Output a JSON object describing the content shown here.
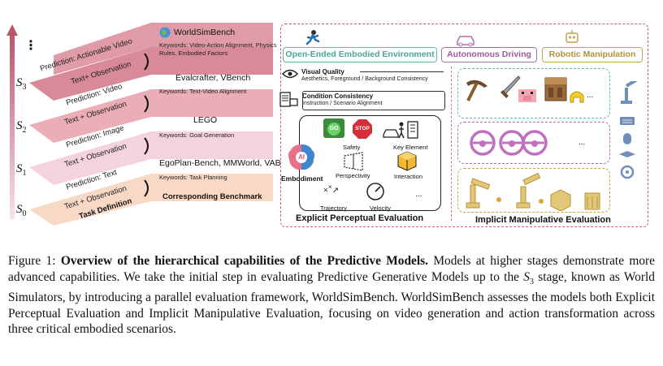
{
  "figure": {
    "stages": [
      {
        "id": "S0",
        "letter": "S",
        "sub": "0"
      },
      {
        "id": "S1",
        "letter": "S",
        "sub": "1"
      },
      {
        "id": "S2",
        "letter": "S",
        "sub": "2"
      },
      {
        "id": "S3",
        "letter": "S",
        "sub": "3"
      }
    ],
    "dots": "⋮",
    "strips": [
      {
        "input": "Text + Observation",
        "prediction": "Prediction: Text",
        "bench_title": "EgoPlan-Bench, MMWorld, VAB",
        "bench_kw": "Keywords: Task Planning",
        "color": "#f8d9c6"
      },
      {
        "input": "Text + Observation",
        "prediction": "Prediction: Image",
        "bench_title": "LEGO",
        "bench_kw": "Keywords: Goal Generation",
        "color": "#f4d3dd"
      },
      {
        "input": "Text + Observation",
        "prediction": "Prediction: Video",
        "bench_title": "Evalcrafter, VBench",
        "bench_kw": "Keywords: Text-Video Alignment",
        "color": "#ecaeb6"
      },
      {
        "input": "Text+ Observation",
        "prediction": "Prediction: Actionable Video",
        "bench_title": "WorldSimBench",
        "bench_kw": "Keywords: Video-Action Alignment, Physics Rules, Embodied Factors",
        "color": "#d98a98"
      }
    ],
    "task_definition": "Task Definition",
    "corresponding_benchmark": "Corresponding Benchmark",
    "scenarios": {
      "open_ended": "Open-Ended Embodied Environment",
      "driving": "Autonomous Driving",
      "manipulation": "Robotic Manipulation"
    },
    "explicit": {
      "visual_quality_title": "Visual Quality",
      "visual_quality_desc": "Aesthetics, Foreground / Background Consistency",
      "condition_title": "Condition Consistency",
      "condition_desc": "Instruction / Scenario Alignment",
      "embodiment": "Embodiment",
      "ai_badge": "AI",
      "go_sign": "GO",
      "stop_sign": "STOP",
      "safety": "Safety",
      "key_element": "Key Element",
      "perspectivity": "Perspectivity",
      "interaction": "Interaction",
      "trajectory": "Trajectory",
      "velocity": "Velocity",
      "more": "...",
      "title": "Explicit Perceptual Evaluation"
    },
    "implicit": {
      "title": "Implicit Manipulative Evaluation",
      "more": "..."
    },
    "colors": {
      "arrow": "#b8566c",
      "teal": "#5fb8a8",
      "purple": "#b06db0",
      "olive": "#c2a54a",
      "steel": "#6f8fb8",
      "dash": "#c8607a"
    },
    "icons": [
      "globe-icon",
      "runner-icon",
      "car-icon",
      "robot-icon",
      "eye-icon",
      "document-icon",
      "brain-icon",
      "traffic-light-icon",
      "stop-sign-icon",
      "pedestrian-icon",
      "cube-icon",
      "gauge-icon",
      "pickaxe-icon",
      "sword-icon",
      "crafting-table-icon",
      "steering-wheel-icon",
      "robot-arm-icon",
      "trash-bin-icon"
    ]
  },
  "caption": {
    "label": "Figure 1:",
    "bold_title": "Overview of the hierarchical capabilities of the Predictive Models.",
    "text_1": "Models at higher stages demonstrate more advanced capabilities. We take the initial step in evaluating Predictive Generative Models up to the",
    "stage_letter": "S",
    "stage_sub": "3",
    "text_2": "stage, known as World Simulators, by introducing a parallel evaluation framework, WorldSimBench. WorldSimBench assesses the models both Explicit Perceptual Evaluation and Implicit Manipulative Evaluation, focusing on video generation and action transformation across three critical embodied scenarios."
  }
}
